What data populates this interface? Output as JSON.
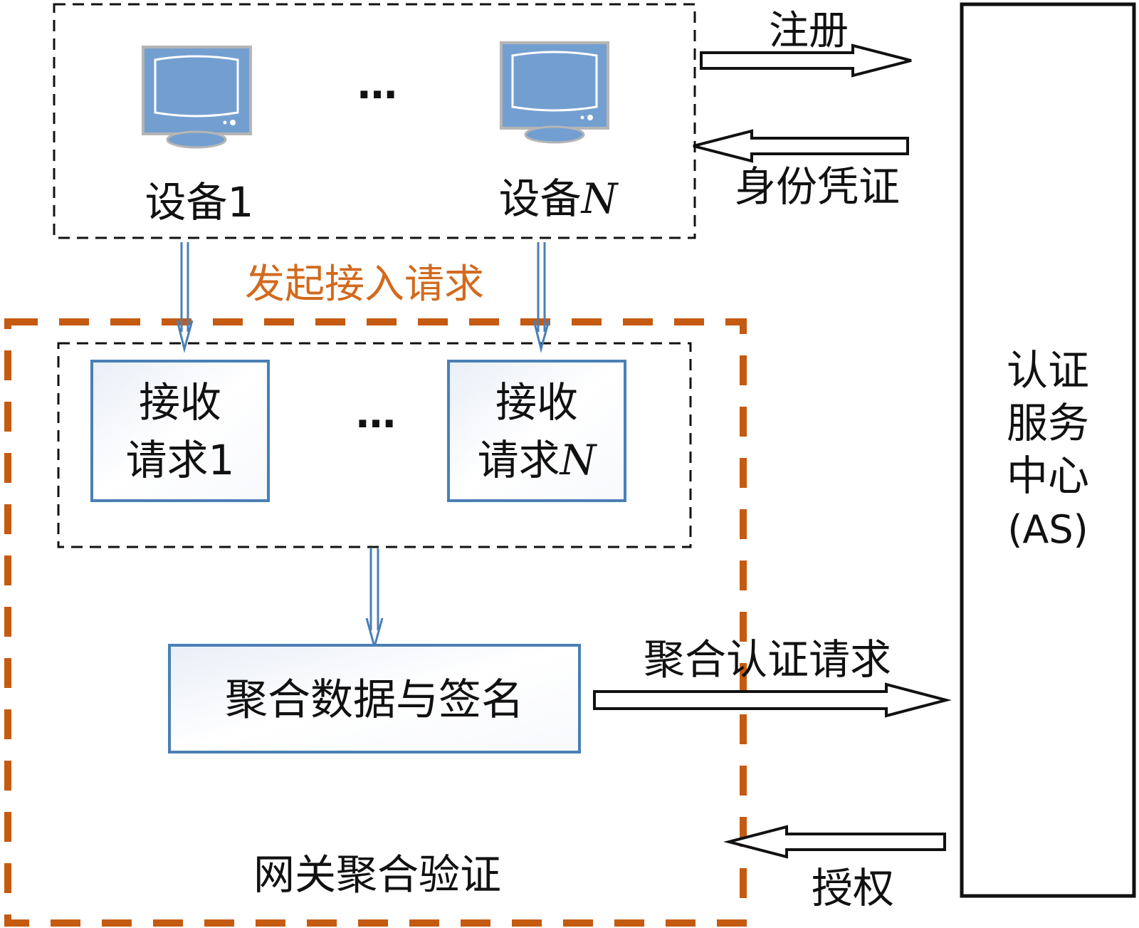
{
  "devices": {
    "device_1": {
      "prefix": "设备",
      "suffix": "1"
    },
    "device_n": {
      "prefix": "设备",
      "suffix": "N"
    },
    "ellipsis": "…"
  },
  "flow": {
    "register": "注册",
    "identity_credential": "身份凭证",
    "initiate_access_request": "发起接入请求",
    "aggregate_auth_request": "聚合认证请求",
    "authorize": "授权"
  },
  "gateway": {
    "receive_1": {
      "line1": "接收",
      "line2_prefix": "请求",
      "line2_suffix": "1"
    },
    "receive_n": {
      "line1": "接收",
      "line2_prefix": "请求",
      "line2_suffix": "N"
    },
    "ellipsis": "…",
    "aggregate_sign": "聚合数据与签名",
    "title": "网关聚合验证"
  },
  "auth_center": {
    "line1": "认证",
    "line2": "服务",
    "line3": "中心",
    "line4": "(AS)"
  },
  "colors": {
    "monitor_fill": "#739fd0",
    "box_border": "#4a7fb5",
    "gateway_dash": "#c55a11",
    "request_label": "#d26a1e"
  }
}
